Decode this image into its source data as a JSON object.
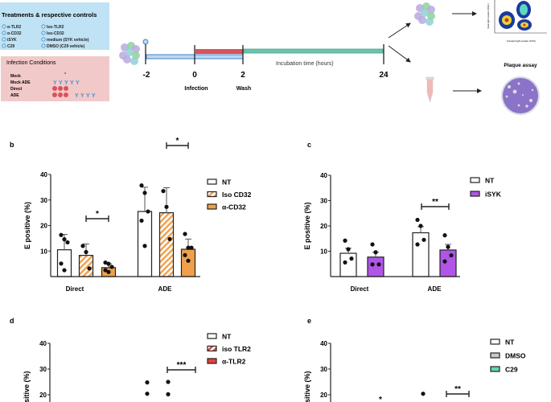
{
  "schematic": {
    "treatments_title": "Treatments & respective controls",
    "treatments": [
      "α-TLR2",
      "α-CD32",
      "iSYK",
      "C29"
    ],
    "controls": [
      "Iso-TLR2",
      "Iso-CD32",
      "medium (SYK vehicle)",
      "DMSO (C29 vehicle)"
    ],
    "infection_title": "Infection Conditions",
    "conditions": [
      "Mock",
      "Mock ADE",
      "Direct",
      "ADE"
    ],
    "mock_symbol": "-",
    "timepoints": [
      "-2",
      "0",
      "2",
      "24"
    ],
    "infection_label": "Infection",
    "wash_label": "Wash",
    "incubation_label": "Incubation time (hours)",
    "plaque_label": "Plaque assay",
    "flow_ylabel": "Side light scatter (SSC)",
    "flow_xlabel": "Forward light scatter (FSC)",
    "colors": {
      "treat_box": "#bfe2f4",
      "infect_box": "#f2c9c9",
      "blue_bar": "#bcd9f2",
      "red_bar": "#d9545a",
      "teal_bar": "#6cc3ad",
      "dish": "#8a73c8"
    }
  },
  "chart_data": [
    {
      "panel": "b",
      "type": "bar",
      "ylabel": "E positive (%)",
      "yticks": [
        "10",
        "20",
        "30",
        "40"
      ],
      "ylim": [
        0,
        40
      ],
      "categories": [
        "Direct",
        "ADE"
      ],
      "series": [
        {
          "name": "NT",
          "fill": "#ffffff",
          "pattern": "none",
          "means": [
            10.5,
            25.5
          ],
          "err": [
            16.5,
            35
          ],
          "points": [
            [
              16.3,
              14.6,
              13.4,
              5.1,
              2.5
            ],
            [
              35.7,
              32.8,
              25.5,
              21.9,
              12
            ]
          ]
        },
        {
          "name": "Iso CD32",
          "fill": "#f0a04b",
          "pattern": "hatch",
          "means": [
            8.3,
            25
          ],
          "err": [
            12.8,
            34.8
          ],
          "points": [
            [
              12,
              9.6,
              3.2
            ],
            [
              33.5,
              27.3,
              14.7
            ]
          ]
        },
        {
          "name": "α-CD32",
          "fill": "#f0a04b",
          "pattern": "none",
          "means": [
            3.5,
            10.7
          ],
          "err": [
            5,
            14.7
          ],
          "points": [
            [
              5.5,
              5,
              3.8,
              2.5,
              1.8
            ],
            [
              16.7,
              11.3,
              11.3,
              8.4,
              6.2
            ]
          ]
        }
      ],
      "significance": [
        {
          "label": "*",
          "category": "Direct",
          "from": 1,
          "to": 2,
          "y": 17
        },
        {
          "label": "*",
          "category": "ADE",
          "from": 1,
          "to": 2,
          "y": 38
        }
      ]
    },
    {
      "panel": "c",
      "type": "bar",
      "ylabel": "E positive (%)",
      "yticks": [
        "10",
        "20",
        "30",
        "40"
      ],
      "ylim": [
        0,
        40
      ],
      "categories": [
        "Direct",
        "ADE"
      ],
      "series": [
        {
          "name": "NT",
          "fill": "#ffffff",
          "pattern": "none",
          "means": [
            9.2,
            17.3
          ],
          "err": [
            11.2,
            19.7
          ],
          "points": [
            [
              14.2,
              10.8,
              7.1,
              5.6
            ],
            [
              22.4,
              20,
              14.5,
              12.7
            ]
          ]
        },
        {
          "name": "iSYK",
          "fill": "#b155e6",
          "pattern": "none",
          "means": [
            7.7,
            10.5
          ],
          "err": [
            9.6,
            12.7
          ],
          "points": [
            [
              12.7,
              9.6,
              4.8,
              4.8
            ],
            [
              16.3,
              11.7,
              8.4,
              6
            ]
          ]
        }
      ],
      "significance": [
        {
          "label": "**",
          "category": "ADE",
          "from": 0,
          "to": 1,
          "y": 27
        }
      ]
    },
    {
      "panel": "d",
      "type": "bar",
      "ylabel": "E positive (%)",
      "yticks": [
        "20",
        "30",
        "40"
      ],
      "ylim": [
        0,
        40
      ],
      "series": [
        {
          "name": "NT",
          "fill": "#ffffff",
          "pattern": "none"
        },
        {
          "name": "iso TLR2",
          "fill": "#e8413b",
          "pattern": "hatch"
        },
        {
          "name": "α-TLR2",
          "fill": "#e8413b",
          "pattern": "none"
        }
      ],
      "visible_points": [
        [
          24.8,
          20.4
        ],
        [
          25.0,
          20.2
        ]
      ],
      "significance": [
        {
          "label": "***"
        }
      ]
    },
    {
      "panel": "e",
      "type": "bar",
      "ylabel": "E positive (%)",
      "yticks": [
        "20",
        "30",
        "40"
      ],
      "ylim": [
        0,
        40
      ],
      "series": [
        {
          "name": "NT",
          "fill": "#ffffff",
          "pattern": "none"
        },
        {
          "name": "DMSO",
          "fill": "#c8c8c8",
          "pattern": "none"
        },
        {
          "name": "C29",
          "fill": "#5fd6b0",
          "pattern": "none"
        }
      ],
      "visible_points": [
        [
          20.4
        ]
      ],
      "significance": [
        {
          "label": "*"
        },
        {
          "label": "**"
        }
      ]
    }
  ]
}
